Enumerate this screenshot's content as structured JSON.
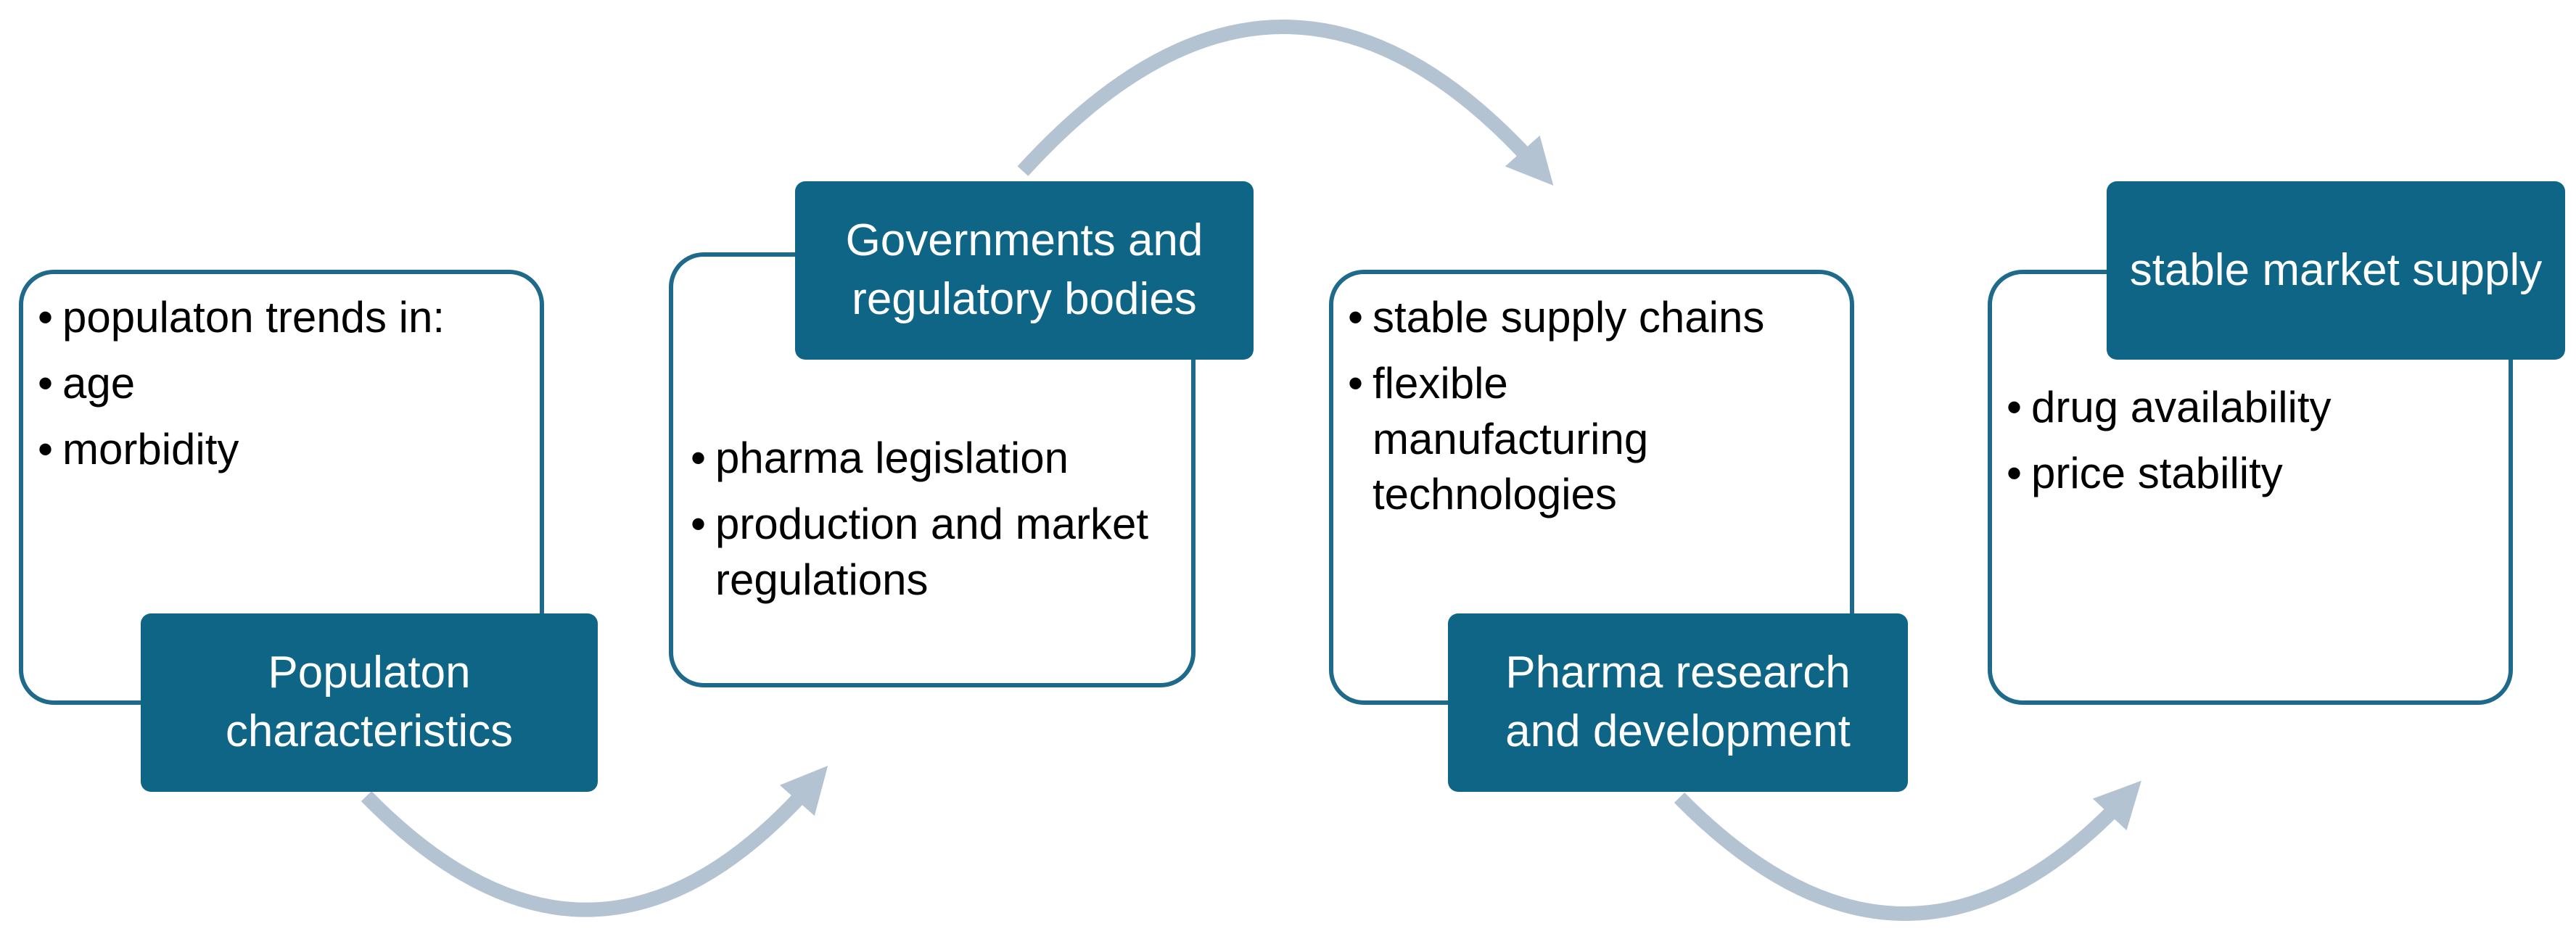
{
  "diagram": {
    "steps": [
      {
        "label": "Populaton characteristics",
        "items": [
          "populaton trends in:",
          "age",
          "morbidity"
        ]
      },
      {
        "label": "Governments and regulatory bodies",
        "items": [
          "pharma legislation",
          "production and market regulations"
        ]
      },
      {
        "label": "Pharma research and development",
        "items": [
          "stable supply chains",
          "flexible manufacturing technologies"
        ]
      },
      {
        "label": "stable market supply",
        "items": [
          "drug availability",
          "price stability"
        ]
      }
    ],
    "colors": {
      "label_fill": "#0f6585",
      "box_border": "#1f6a8a",
      "arrow": "#b4c3d1"
    }
  }
}
